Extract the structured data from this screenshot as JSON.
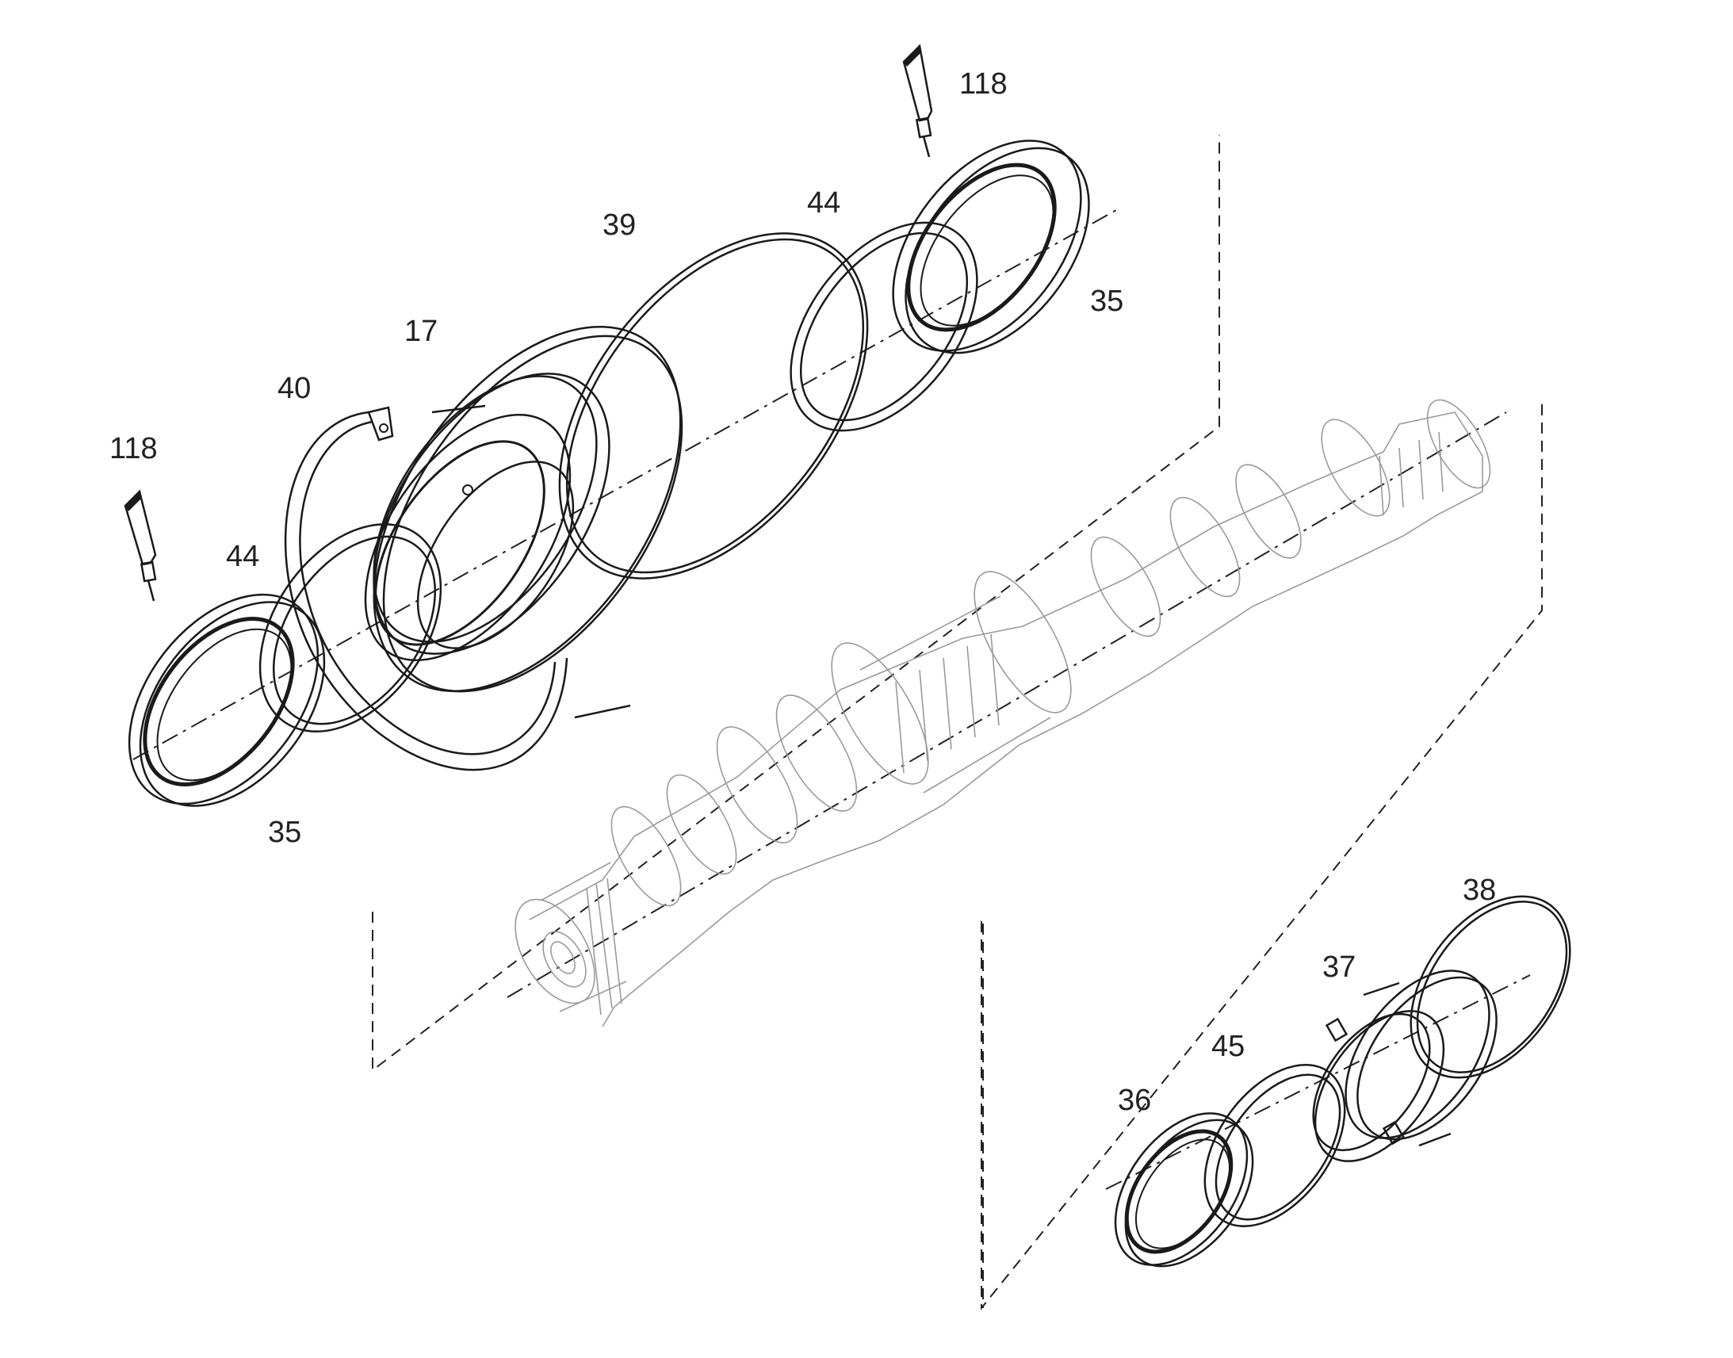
{
  "callouts": {
    "c118_top": "118",
    "c35_top": "35",
    "c44_top": "44",
    "c39": "39",
    "c17": "17",
    "c40": "40",
    "c118_left": "118",
    "c44_left": "44",
    "c35_bottom": "35",
    "c38": "38",
    "c37": "37",
    "c45": "45",
    "c36": "36"
  },
  "colors": {
    "line": "#1a1a1a",
    "shaft_outline": "#9a9a9a",
    "background": "#ffffff"
  }
}
